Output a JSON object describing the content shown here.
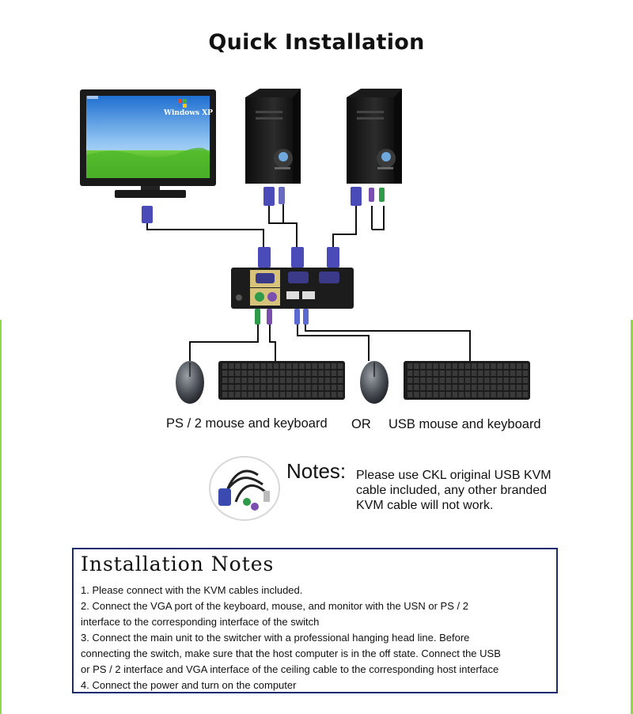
{
  "title": "Quick Installation",
  "monitor": {
    "screen_text": "Windows XP"
  },
  "captions": {
    "ps2": "PS / 2 mouse and keyboard",
    "or": "OR",
    "usb": "USB mouse and keyboard"
  },
  "notes": {
    "label": "Notes:",
    "lines": [
      "Please use CKL original USB KVM",
      "cable included, any other branded",
      "KVM cable will not work."
    ]
  },
  "installation": {
    "title": "Installation Notes",
    "lines": [
      "1. Please connect with the KVM cables included.",
      "2. Connect the VGA port of the keyboard, mouse, and monitor with the USN or PS / 2",
      "interface to the corresponding interface of the switch",
      "3. Connect the main unit to the switcher with a professional hanging head line. Before",
      "connecting the switch, make sure that the host computer is in the off state. Connect the USB",
      "or PS / 2 interface and VGA interface of the ceiling cable to the corresponding host interface",
      "4. Connect the power and turn on the computer"
    ]
  },
  "colors": {
    "vga_connector": "#4a4ab8",
    "ps2_green": "#2e9a4a",
    "ps2_purple": "#7a4fb0",
    "box_border": "#1e2a6e"
  }
}
